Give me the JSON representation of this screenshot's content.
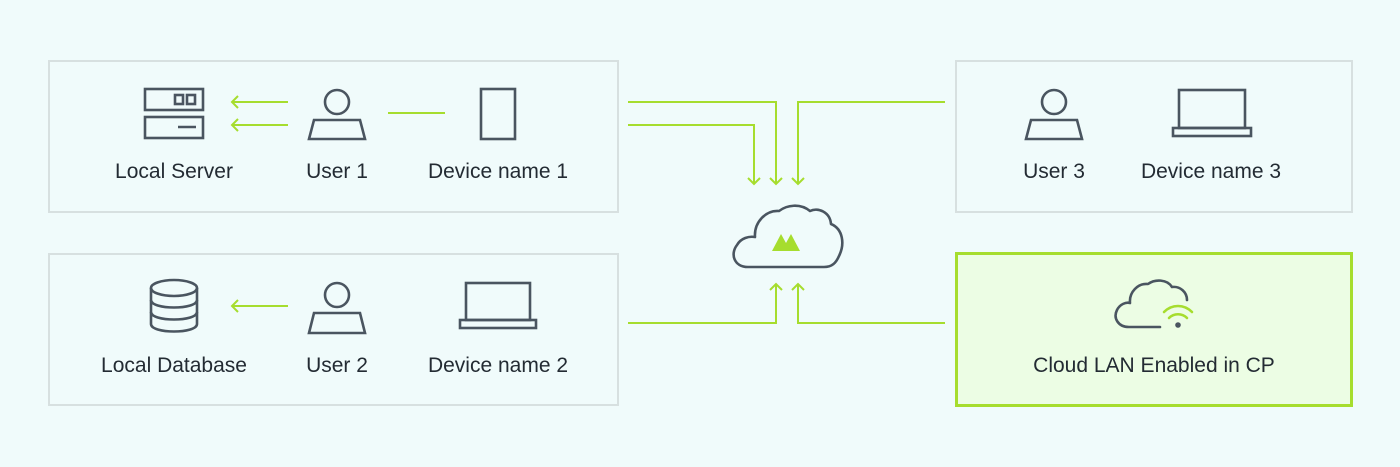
{
  "colors": {
    "accent": "#a6dd2e",
    "icon": "#4a5560",
    "border": "#d7e0e0",
    "background": "#f0fbfb",
    "highlight_bg": "#ecfde4"
  },
  "panels": {
    "top_left": {
      "nodes": [
        {
          "icon": "server-icon",
          "label": "Local Server"
        },
        {
          "icon": "user-icon",
          "label": "User 1"
        },
        {
          "icon": "tablet-device-icon",
          "label": "Device name 1"
        }
      ]
    },
    "bottom_left": {
      "nodes": [
        {
          "icon": "database-icon",
          "label": "Local Database"
        },
        {
          "icon": "user-icon",
          "label": "User 2"
        },
        {
          "icon": "laptop-icon",
          "label": "Device name 2"
        }
      ]
    },
    "top_right": {
      "nodes": [
        {
          "icon": "user-icon",
          "label": "User 3"
        },
        {
          "icon": "laptop-icon",
          "label": "Device name 3"
        }
      ]
    },
    "bottom_right": {
      "icon": "cloud-wifi-icon",
      "label": "Cloud LAN Enabled in CP"
    }
  },
  "center": {
    "icon": "cloud-logo-icon"
  }
}
